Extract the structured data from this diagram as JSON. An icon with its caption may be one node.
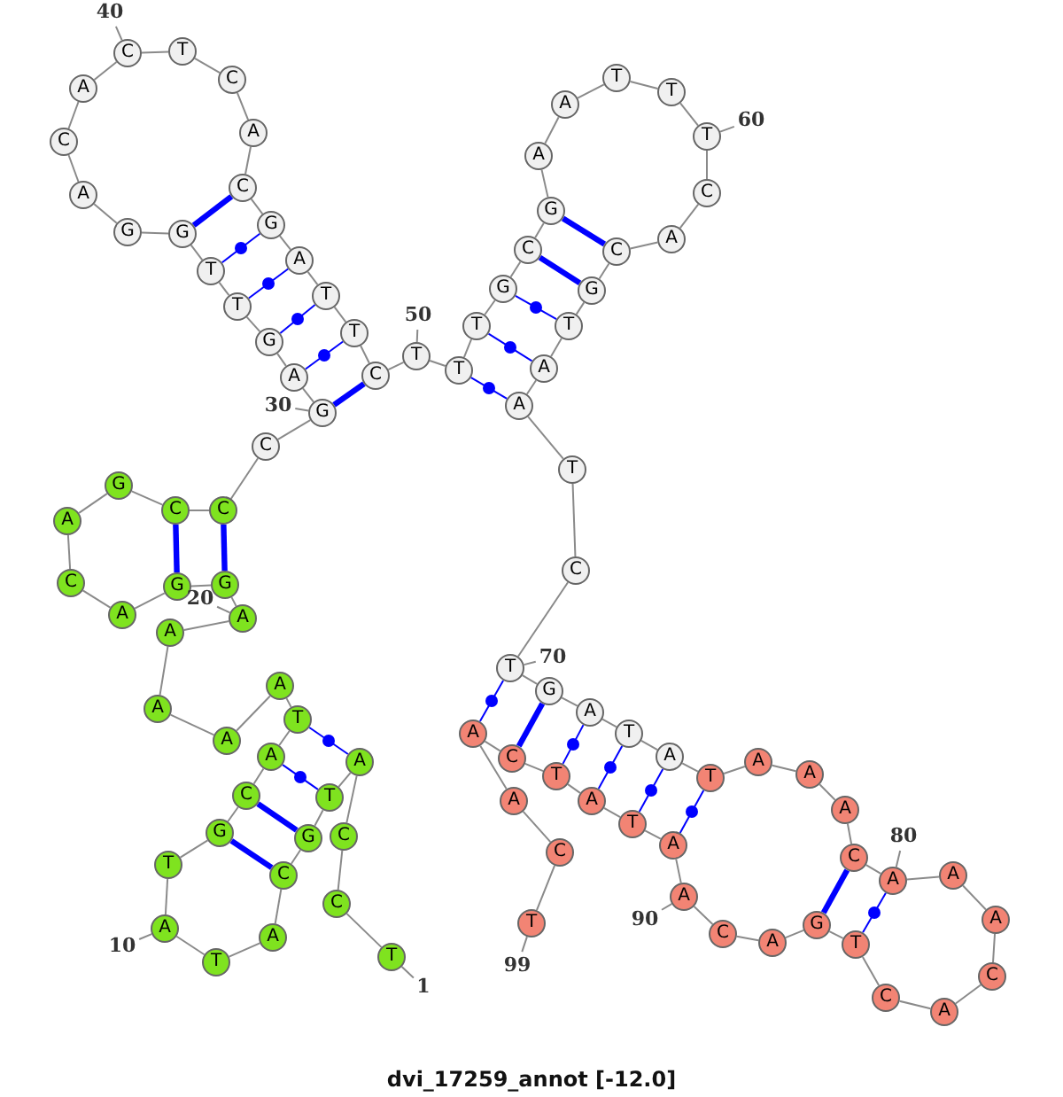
{
  "diagram": {
    "caption": "dvi_17259_annot [-12.0]",
    "nodes": [
      {
        "text": [
          "T"
        ]
      },
      {
        "text": [
          "C"
        ]
      },
      {
        "text": [
          "C"
        ]
      },
      {
        "text": [
          "A"
        ]
      },
      {
        "text": [
          "T"
        ]
      },
      {
        "text": [
          "G"
        ]
      },
      {
        "text": [
          "C"
        ]
      },
      {
        "text": [
          "A"
        ]
      },
      {
        "text": [
          "T"
        ]
      },
      {
        "text": [
          "A"
        ]
      },
      {
        "text": [
          "T"
        ]
      },
      {
        "text": [
          "G"
        ]
      },
      {
        "text": [
          "C"
        ]
      },
      {
        "text": [
          "A"
        ]
      },
      {
        "text": [
          "T"
        ]
      },
      {
        "text": [
          "A"
        ]
      },
      {
        "text": [
          "A"
        ]
      },
      {
        "text": [
          "A"
        ]
      },
      {
        "text": [
          "A"
        ]
      },
      {
        "text": [
          "A"
        ]
      },
      {
        "text": [
          "G"
        ]
      },
      {
        "text": [
          "G"
        ]
      },
      {
        "text": [
          "A"
        ]
      },
      {
        "text": [
          "C"
        ]
      },
      {
        "text": [
          "A"
        ]
      },
      {
        "text": [
          "G"
        ]
      },
      {
        "text": [
          "C"
        ]
      },
      {
        "text": [
          "C"
        ]
      },
      {
        "text": [
          "C"
        ]
      },
      {
        "text": [
          "G"
        ]
      },
      {
        "text": [
          "A"
        ]
      },
      {
        "text": [
          "G"
        ]
      },
      {
        "text": [
          "T"
        ]
      },
      {
        "text": [
          "T"
        ]
      },
      {
        "text": [
          "G"
        ]
      },
      {
        "text": [
          "G"
        ]
      },
      {
        "text": [
          "A"
        ]
      },
      {
        "text": [
          "C"
        ]
      },
      {
        "text": [
          "A"
        ]
      },
      {
        "text": [
          "C"
        ]
      },
      {
        "text": [
          "T"
        ]
      },
      {
        "text": [
          "C"
        ]
      },
      {
        "text": [
          "A"
        ]
      },
      {
        "text": [
          "C"
        ]
      },
      {
        "text": [
          "G"
        ]
      },
      {
        "text": [
          "A"
        ]
      },
      {
        "text": [
          "T"
        ]
      },
      {
        "text": [
          "T"
        ]
      },
      {
        "text": [
          "C"
        ]
      },
      {
        "text": [
          "T"
        ]
      },
      {
        "text": [
          "T"
        ]
      },
      {
        "text": [
          "T"
        ]
      },
      {
        "text": [
          "G"
        ]
      },
      {
        "text": [
          "C"
        ]
      },
      {
        "text": [
          "G"
        ]
      },
      {
        "text": [
          "A"
        ]
      },
      {
        "text": [
          "A"
        ]
      },
      {
        "text": [
          "T"
        ]
      },
      {
        "text": [
          "T"
        ]
      },
      {
        "text": [
          "T"
        ]
      },
      {
        "text": [
          "C"
        ]
      },
      {
        "text": [
          "A"
        ]
      },
      {
        "text": [
          "C"
        ]
      },
      {
        "text": [
          "G"
        ]
      },
      {
        "text": [
          "T"
        ]
      },
      {
        "text": [
          "A"
        ]
      },
      {
        "text": [
          "A"
        ]
      },
      {
        "text": [
          "T"
        ]
      },
      {
        "text": [
          "C"
        ]
      },
      {
        "text": [
          "T"
        ]
      },
      {
        "text": [
          "G"
        ]
      },
      {
        "text": [
          "A"
        ]
      },
      {
        "text": [
          "T"
        ]
      },
      {
        "text": [
          "A"
        ]
      },
      {
        "text": [
          "T"
        ]
      },
      {
        "text": [
          "A"
        ]
      },
      {
        "text": [
          "A"
        ]
      },
      {
        "text": [
          "A"
        ]
      },
      {
        "text": [
          "C"
        ]
      },
      {
        "text": [
          "A"
        ]
      },
      {
        "text": [
          "A"
        ]
      },
      {
        "text": [
          "A"
        ]
      },
      {
        "text": [
          "C"
        ]
      },
      {
        "text": [
          "A"
        ]
      },
      {
        "text": [
          "C"
        ]
      },
      {
        "text": [
          "T"
        ]
      },
      {
        "text": [
          "G"
        ]
      },
      {
        "text": [
          "A"
        ]
      },
      {
        "text": [
          "C"
        ]
      },
      {
        "text": [
          "A"
        ]
      },
      {
        "text": [
          "A"
        ]
      },
      {
        "text": [
          "T"
        ]
      },
      {
        "text": [
          "A"
        ]
      },
      {
        "text": [
          "T"
        ]
      },
      {
        "text": [
          "C"
        ]
      },
      {
        "text": [
          "A"
        ]
      },
      {
        "text": [
          "A"
        ]
      },
      {
        "text": [
          "C"
        ]
      },
      {
        "text": [
          "T"
        ]
      },
      {
        "text": [
          "40"
        ]
      },
      {
        "text": [
          "60"
        ]
      },
      {
        "text": [
          "50"
        ]
      },
      {
        "text": [
          "30"
        ]
      },
      {
        "text": [
          "20"
        ]
      },
      {
        "text": [
          "70"
        ]
      },
      {
        "text": [
          "80"
        ]
      },
      {
        "text": [
          "90"
        ]
      },
      {
        "text": [
          "10"
        ]
      },
      {
        "text": [
          "99"
        ]
      },
      {
        "text": [
          "1"
        ]
      }
    ],
    "edges": [
      {
        "from": 0,
        "to": 1,
        "arrow": "none"
      },
      {
        "from": 1,
        "to": 2,
        "arrow": "none"
      },
      {
        "from": 2,
        "to": 3,
        "arrow": "none"
      },
      {
        "from": 3,
        "to": 4,
        "arrow": "none"
      },
      {
        "from": 4,
        "to": 5,
        "arrow": "none"
      },
      {
        "from": 5,
        "to": 6,
        "arrow": "none"
      },
      {
        "from": 6,
        "to": 7,
        "arrow": "none"
      },
      {
        "from": 7,
        "to": 8,
        "arrow": "none"
      },
      {
        "from": 8,
        "to": 9,
        "arrow": "none"
      },
      {
        "from": 9,
        "to": 10,
        "arrow": "none"
      },
      {
        "from": 10,
        "to": 11,
        "arrow": "none"
      },
      {
        "from": 11,
        "to": 12,
        "arrow": "none"
      },
      {
        "from": 12,
        "to": 13,
        "arrow": "none"
      },
      {
        "from": 13,
        "to": 14,
        "arrow": "none"
      },
      {
        "from": 14,
        "to": 15,
        "arrow": "none"
      },
      {
        "from": 15,
        "to": 16,
        "arrow": "none"
      },
      {
        "from": 16,
        "to": 17,
        "arrow": "none"
      },
      {
        "from": 17,
        "to": 18,
        "arrow": "none"
      },
      {
        "from": 18,
        "to": 19,
        "arrow": "none"
      },
      {
        "from": 19,
        "to": 20,
        "arrow": "none"
      },
      {
        "from": 20,
        "to": 21,
        "arrow": "none"
      },
      {
        "from": 21,
        "to": 22,
        "arrow": "none"
      },
      {
        "from": 22,
        "to": 23,
        "arrow": "none"
      },
      {
        "from": 23,
        "to": 24,
        "arrow": "none"
      },
      {
        "from": 24,
        "to": 25,
        "arrow": "none"
      },
      {
        "from": 25,
        "to": 26,
        "arrow": "none"
      },
      {
        "from": 26,
        "to": 27,
        "arrow": "none"
      },
      {
        "from": 27,
        "to": 28,
        "arrow": "none"
      },
      {
        "from": 28,
        "to": 29,
        "arrow": "none"
      },
      {
        "from": 29,
        "to": 30,
        "arrow": "none"
      },
      {
        "from": 30,
        "to": 31,
        "arrow": "none"
      },
      {
        "from": 31,
        "to": 32,
        "arrow": "none"
      },
      {
        "from": 32,
        "to": 33,
        "arrow": "none"
      },
      {
        "from": 33,
        "to": 34,
        "arrow": "none"
      },
      {
        "from": 34,
        "to": 35,
        "arrow": "none"
      },
      {
        "from": 35,
        "to": 36,
        "arrow": "none"
      },
      {
        "from": 36,
        "to": 37,
        "arrow": "none"
      },
      {
        "from": 37,
        "to": 38,
        "arrow": "none"
      },
      {
        "from": 38,
        "to": 39,
        "arrow": "none"
      },
      {
        "from": 39,
        "to": 40,
        "arrow": "none"
      },
      {
        "from": 40,
        "to": 41,
        "arrow": "none"
      },
      {
        "from": 41,
        "to": 42,
        "arrow": "none"
      },
      {
        "from": 42,
        "to": 43,
        "arrow": "none"
      },
      {
        "from": 43,
        "to": 44,
        "arrow": "none"
      },
      {
        "from": 44,
        "to": 45,
        "arrow": "none"
      },
      {
        "from": 45,
        "to": 46,
        "arrow": "none"
      },
      {
        "from": 46,
        "to": 47,
        "arrow": "none"
      },
      {
        "from": 47,
        "to": 48,
        "arrow": "none"
      },
      {
        "from": 48,
        "to": 49,
        "arrow": "none"
      },
      {
        "from": 49,
        "to": 50,
        "arrow": "none"
      },
      {
        "from": 50,
        "to": 51,
        "arrow": "none"
      },
      {
        "from": 51,
        "to": 52,
        "arrow": "none"
      },
      {
        "from": 52,
        "to": 53,
        "arrow": "none"
      },
      {
        "from": 53,
        "to": 54,
        "arrow": "none"
      },
      {
        "from": 54,
        "to": 55,
        "arrow": "none"
      },
      {
        "from": 55,
        "to": 56,
        "arrow": "none"
      },
      {
        "from": 56,
        "to": 57,
        "arrow": "none"
      },
      {
        "from": 57,
        "to": 58,
        "arrow": "none"
      },
      {
        "from": 58,
        "to": 59,
        "arrow": "none"
      },
      {
        "from": 59,
        "to": 60,
        "arrow": "none"
      },
      {
        "from": 60,
        "to": 61,
        "arrow": "none"
      },
      {
        "from": 61,
        "to": 62,
        "arrow": "none"
      },
      {
        "from": 62,
        "to": 63,
        "arrow": "none"
      },
      {
        "from": 63,
        "to": 64,
        "arrow": "none"
      },
      {
        "from": 64,
        "to": 65,
        "arrow": "none"
      },
      {
        "from": 65,
        "to": 66,
        "arrow": "none"
      },
      {
        "from": 66,
        "to": 67,
        "arrow": "none"
      },
      {
        "from": 67,
        "to": 68,
        "arrow": "none"
      },
      {
        "from": 68,
        "to": 69,
        "arrow": "none"
      },
      {
        "from": 69,
        "to": 70,
        "arrow": "none"
      },
      {
        "from": 70,
        "to": 71,
        "arrow": "none"
      },
      {
        "from": 71,
        "to": 72,
        "arrow": "none"
      },
      {
        "from": 72,
        "to": 73,
        "arrow": "none"
      },
      {
        "from": 73,
        "to": 74,
        "arrow": "none"
      },
      {
        "from": 74,
        "to": 75,
        "arrow": "none"
      },
      {
        "from": 75,
        "to": 76,
        "arrow": "none"
      },
      {
        "from": 76,
        "to": 77,
        "arrow": "none"
      },
      {
        "from": 77,
        "to": 78,
        "arrow": "none"
      },
      {
        "from": 78,
        "to": 79,
        "arrow": "none"
      },
      {
        "from": 79,
        "to": 80,
        "arrow": "none"
      },
      {
        "from": 80,
        "to": 81,
        "arrow": "none"
      },
      {
        "from": 81,
        "to": 82,
        "arrow": "none"
      },
      {
        "from": 82,
        "to": 83,
        "arrow": "none"
      },
      {
        "from": 83,
        "to": 84,
        "arrow": "none"
      },
      {
        "from": 84,
        "to": 85,
        "arrow": "none"
      },
      {
        "from": 85,
        "to": 86,
        "arrow": "none"
      },
      {
        "from": 86,
        "to": 87,
        "arrow": "none"
      },
      {
        "from": 87,
        "to": 88,
        "arrow": "none"
      },
      {
        "from": 88,
        "to": 89,
        "arrow": "none"
      },
      {
        "from": 89,
        "to": 90,
        "arrow": "none"
      },
      {
        "from": 90,
        "to": 91,
        "arrow": "none"
      },
      {
        "from": 91,
        "to": 92,
        "arrow": "none"
      },
      {
        "from": 92,
        "to": 93,
        "arrow": "none"
      },
      {
        "from": 93,
        "to": 94,
        "arrow": "none"
      },
      {
        "from": 94,
        "to": 95,
        "arrow": "none"
      },
      {
        "from": 95,
        "to": 96,
        "arrow": "none"
      },
      {
        "from": 96,
        "to": 97,
        "arrow": "none"
      },
      {
        "from": 97,
        "to": 98,
        "arrow": "none"
      },
      {
        "from": 3,
        "to": 14,
        "arrow": "none",
        "color": "#0000ff"
      },
      {
        "from": 4,
        "to": 13,
        "arrow": "none",
        "color": "#0000ff"
      },
      {
        "from": 5,
        "to": 12,
        "arrow": "none",
        "style": "thick",
        "color": "#0000ff"
      },
      {
        "from": 6,
        "to": 11,
        "arrow": "none",
        "style": "thick",
        "color": "#0000ff"
      },
      {
        "from": 20,
        "to": 27,
        "arrow": "none",
        "style": "thick",
        "color": "#0000ff"
      },
      {
        "from": 21,
        "to": 26,
        "arrow": "none",
        "style": "thick",
        "color": "#0000ff"
      },
      {
        "from": 29,
        "to": 48,
        "arrow": "none",
        "style": "thick",
        "color": "#0000ff"
      },
      {
        "from": 30,
        "to": 47,
        "arrow": "none",
        "color": "#0000ff"
      },
      {
        "from": 31,
        "to": 46,
        "arrow": "none",
        "color": "#0000ff"
      },
      {
        "from": 32,
        "to": 45,
        "arrow": "none",
        "color": "#0000ff"
      },
      {
        "from": 33,
        "to": 44,
        "arrow": "none",
        "color": "#0000ff"
      },
      {
        "from": 34,
        "to": 43,
        "arrow": "none",
        "style": "thick",
        "color": "#0000ff"
      },
      {
        "from": 50,
        "to": 66,
        "arrow": "none",
        "color": "#0000ff"
      },
      {
        "from": 51,
        "to": 65,
        "arrow": "none",
        "color": "#0000ff"
      },
      {
        "from": 52,
        "to": 64,
        "arrow": "none",
        "color": "#0000ff"
      },
      {
        "from": 53,
        "to": 63,
        "arrow": "none",
        "style": "thick",
        "color": "#0000ff"
      },
      {
        "from": 54,
        "to": 62,
        "arrow": "none",
        "style": "thick",
        "color": "#0000ff"
      },
      {
        "from": 69,
        "to": 95,
        "arrow": "none",
        "color": "#0000ff"
      },
      {
        "from": 70,
        "to": 94,
        "arrow": "none",
        "style": "thick",
        "color": "#0000ff"
      },
      {
        "from": 71,
        "to": 93,
        "arrow": "none",
        "color": "#0000ff"
      },
      {
        "from": 72,
        "to": 92,
        "arrow": "none",
        "color": "#0000ff"
      },
      {
        "from": 73,
        "to": 91,
        "arrow": "none",
        "color": "#0000ff"
      },
      {
        "from": 74,
        "to": 90,
        "arrow": "none",
        "color": "#0000ff"
      },
      {
        "from": 78,
        "to": 86,
        "arrow": "none",
        "style": "thick",
        "color": "#0000ff"
      },
      {
        "from": 79,
        "to": 85,
        "arrow": "none",
        "color": "#0000ff"
      },
      {
        "from": 99,
        "to": 39,
        "arrow": "none"
      },
      {
        "from": 100,
        "to": 59,
        "arrow": "none"
      },
      {
        "from": 101,
        "to": 49,
        "arrow": "none"
      },
      {
        "from": 102,
        "to": 29,
        "arrow": "none"
      },
      {
        "from": 103,
        "to": 19,
        "arrow": "none"
      },
      {
        "from": 104,
        "to": 69,
        "arrow": "none"
      },
      {
        "from": 105,
        "to": 79,
        "arrow": "none"
      },
      {
        "from": 106,
        "to": 89,
        "arrow": "none"
      },
      {
        "from": 107,
        "to": 9,
        "arrow": "none"
      },
      {
        "from": 108,
        "to": 98,
        "arrow": "none"
      },
      {
        "from": 109,
        "to": 0,
        "arrow": "none"
      }
    ]
  }
}
